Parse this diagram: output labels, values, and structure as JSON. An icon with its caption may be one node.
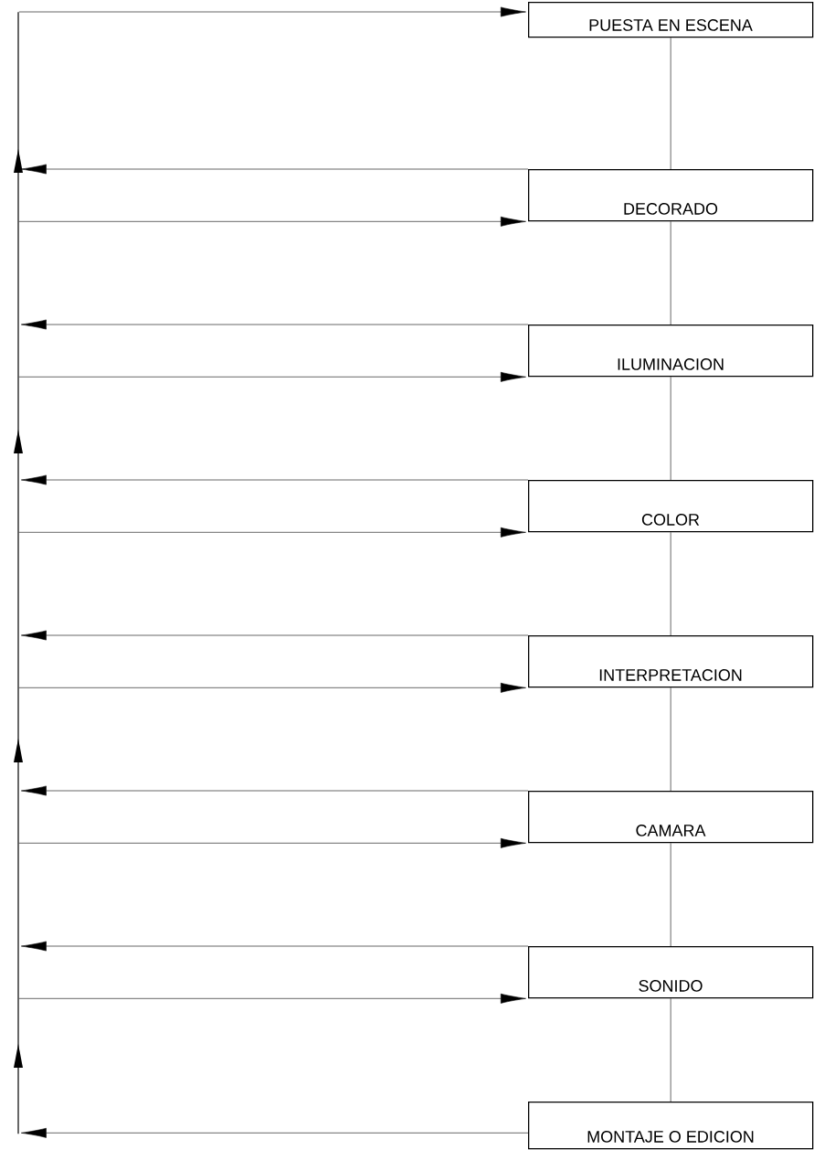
{
  "diagram": {
    "nodes": [
      {
        "text": [
          "PUESTA EN ESCENA"
        ]
      },
      {
        "text": [
          "DECORADO"
        ]
      },
      {
        "text": [
          "ILUMINACION"
        ]
      },
      {
        "text": [
          "COLOR"
        ]
      },
      {
        "text": [
          "INTERPRETACION"
        ]
      },
      {
        "text": [
          "CAMARA"
        ]
      },
      {
        "text": [
          "SONIDO"
        ]
      },
      {
        "text": [
          "MONTAJE O EDICION"
        ]
      },
      {
        "text": [],
        "shape": "bar"
      }
    ],
    "edges": [
      {
        "from": 8,
        "to": 0,
        "arrow": "to"
      },
      {
        "from": 0,
        "to": 1,
        "arrow": "none"
      },
      {
        "from": 1,
        "to": 8,
        "arrow": "to"
      },
      {
        "from": 8,
        "to": 1,
        "arrow": "to"
      },
      {
        "from": 1,
        "to": 2,
        "arrow": "none"
      },
      {
        "from": 2,
        "to": 8,
        "arrow": "to"
      },
      {
        "from": 8,
        "to": 2,
        "arrow": "to"
      },
      {
        "from": 2,
        "to": 3,
        "arrow": "none"
      },
      {
        "from": 3,
        "to": 8,
        "arrow": "to"
      },
      {
        "from": 8,
        "to": 3,
        "arrow": "to"
      },
      {
        "from": 3,
        "to": 4,
        "arrow": "none"
      },
      {
        "from": 4,
        "to": 8,
        "arrow": "to"
      },
      {
        "from": 8,
        "to": 4,
        "arrow": "to"
      },
      {
        "from": 4,
        "to": 5,
        "arrow": "none"
      },
      {
        "from": 5,
        "to": 8,
        "arrow": "to"
      },
      {
        "from": 8,
        "to": 5,
        "arrow": "to"
      },
      {
        "from": 5,
        "to": 6,
        "arrow": "none"
      },
      {
        "from": 6,
        "to": 8,
        "arrow": "to"
      },
      {
        "from": 8,
        "to": 6,
        "arrow": "to"
      },
      {
        "from": 6,
        "to": 7,
        "arrow": "none"
      },
      {
        "from": 7,
        "to": 8,
        "arrow": "to"
      }
    ]
  }
}
